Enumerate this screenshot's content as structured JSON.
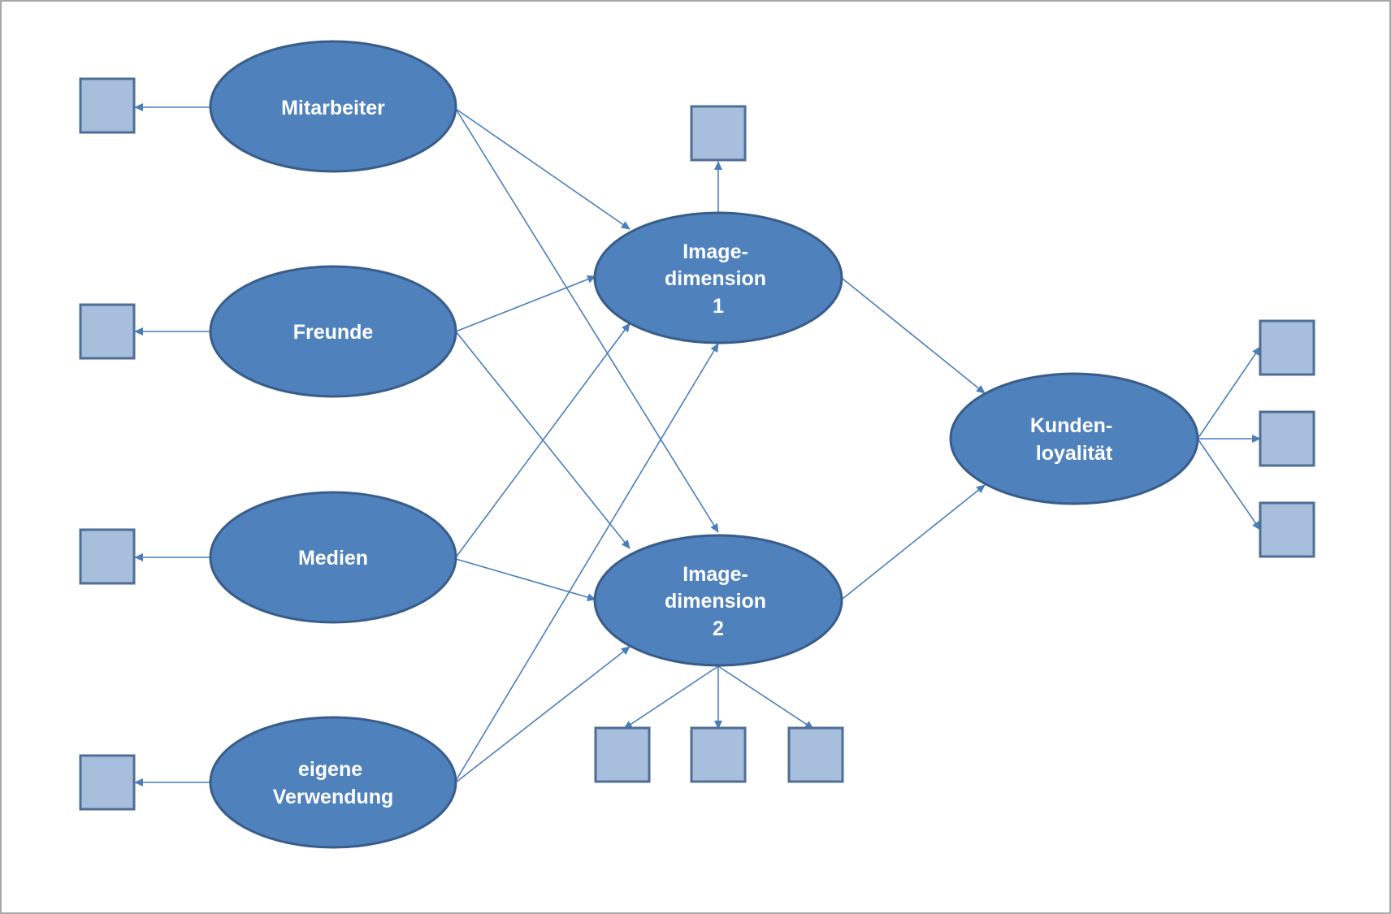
{
  "colors": {
    "latent_fill": "#4F81BD",
    "latent_stroke": "#385D8A",
    "indicator_fill": "#A7BEDD",
    "indicator_stroke": "#4F6E96",
    "arrow": "#4A7EBB",
    "frame": "#8C8C8C"
  },
  "nodes": {
    "mitarbeiter": {
      "lines": [
        "Mitarbeiter"
      ]
    },
    "freunde": {
      "lines": [
        "Freunde"
      ]
    },
    "medien": {
      "lines": [
        "Medien"
      ]
    },
    "eigene": {
      "lines": [
        "eigene",
        "Verwendung"
      ]
    },
    "image1": {
      "lines": [
        "Image-",
        "dimension",
        "1"
      ]
    },
    "image2": {
      "lines": [
        "Image-",
        "dimension",
        "2"
      ]
    },
    "kunden": {
      "lines": [
        "Kunden-",
        "loyalität"
      ]
    }
  },
  "indicator_count": 12,
  "path_count": 11
}
